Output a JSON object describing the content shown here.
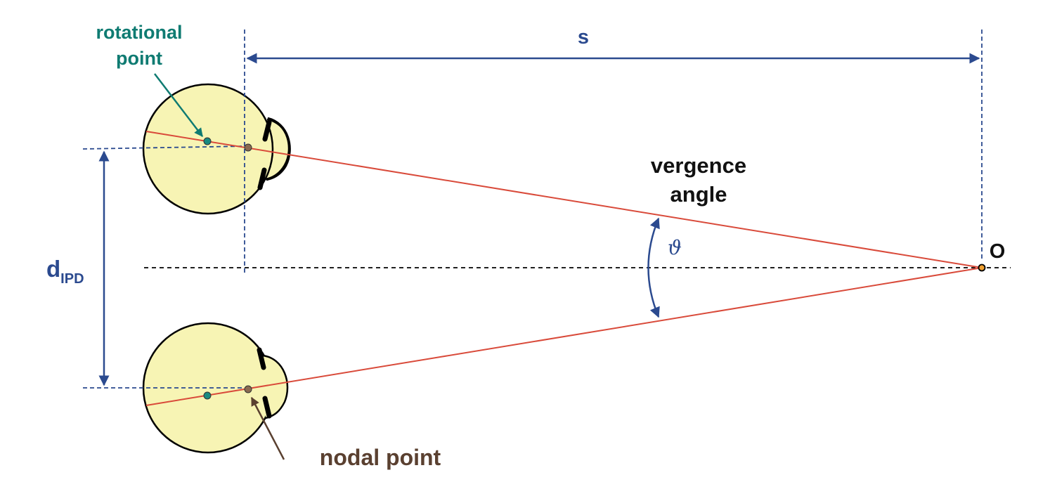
{
  "labels": {
    "rotational_line1": "rotational",
    "rotational_line2": "point",
    "distance": "s",
    "vergence_line1": "vergence",
    "vergence_line2": "angle",
    "theta": "ϑ",
    "object": "O",
    "ipd_main": "d",
    "ipd_sub": "IPD",
    "nodal": "nodal point"
  },
  "colors": {
    "eye_fill": "#f7f4b4",
    "sight_line": "#d94a3a",
    "dimension": "#2b4a8f",
    "rotational_point": "#1a8a80",
    "nodal_point": "#8a6a50",
    "nodal_arrow": "#5a4030",
    "object_point": "#f0a030"
  }
}
